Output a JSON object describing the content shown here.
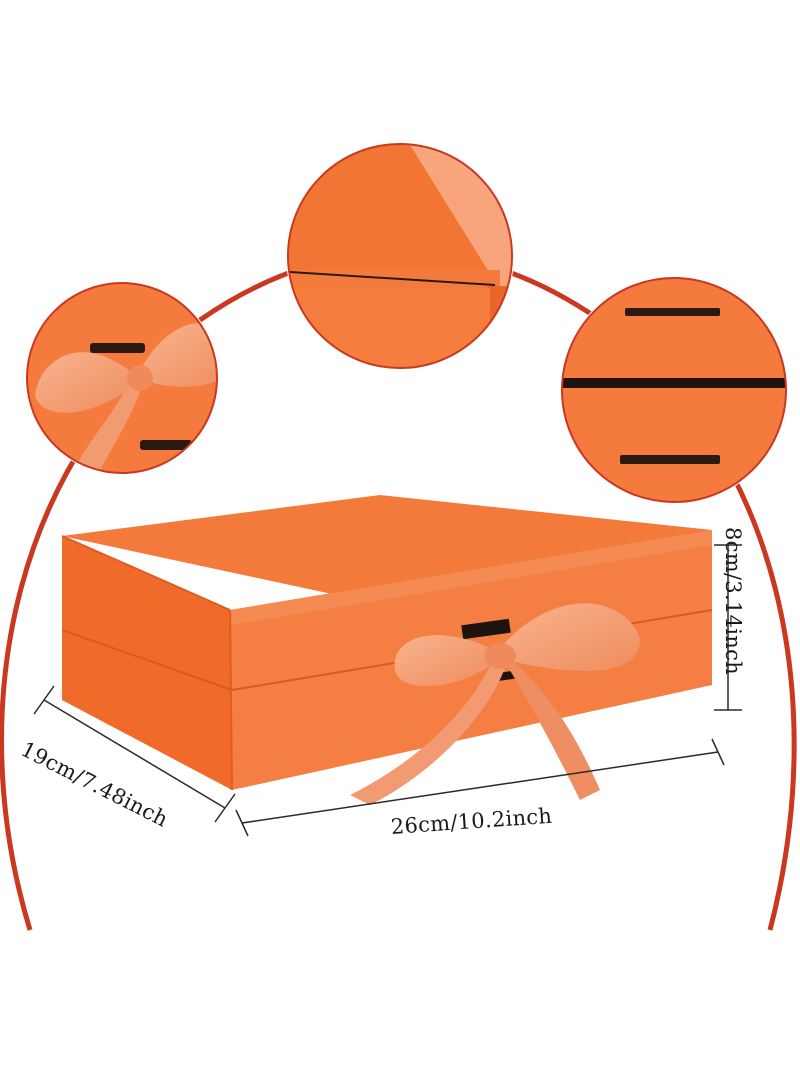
{
  "product": {
    "description_icons": [
      "ribbon-closure-zoom",
      "magnetic-lid-corner-zoom",
      "ribbon-slot-zoom"
    ]
  },
  "dimensions": {
    "width": "26cm/10.2inch",
    "depth": "19cm/7.48inch",
    "height": "8cm/3.14inch"
  },
  "colors": {
    "box_orange": "#f47a3c",
    "arc_red": "#c9381f",
    "ribbon": "#f6a27a"
  }
}
